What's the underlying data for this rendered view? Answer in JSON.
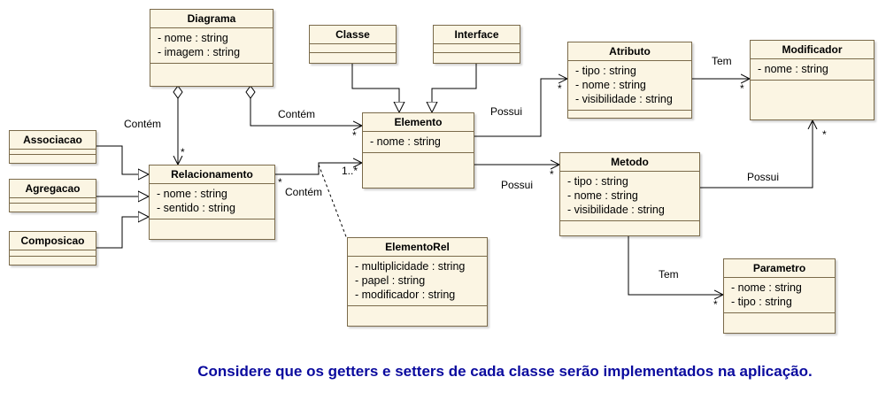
{
  "classes": {
    "diagrama": {
      "name": "Diagrama",
      "attrs": [
        "- nome : string",
        "- imagem : string"
      ]
    },
    "classe": {
      "name": "Classe",
      "attrs": []
    },
    "interface": {
      "name": "Interface",
      "attrs": []
    },
    "atributo": {
      "name": "Atributo",
      "attrs": [
        "- tipo : string",
        "- nome : string",
        "- visibilidade : string"
      ]
    },
    "modificador": {
      "name": "Modificador",
      "attrs": [
        "- nome : string"
      ]
    },
    "associacao": {
      "name": "Associacao",
      "attrs": []
    },
    "agregacao": {
      "name": "Agregacao",
      "attrs": []
    },
    "composicao": {
      "name": "Composicao",
      "attrs": []
    },
    "relacionamento": {
      "name": "Relacionamento",
      "attrs": [
        "- nome : string",
        "- sentido : string"
      ]
    },
    "elemento": {
      "name": "Elemento",
      "attrs": [
        "- nome : string"
      ]
    },
    "metodo": {
      "name": "Metodo",
      "attrs": [
        "- tipo : string",
        "- nome : string",
        "- visibilidade : string"
      ]
    },
    "elementorel": {
      "name": "ElementoRel",
      "attrs": [
        "- multiplicidade : string",
        "- papel : string",
        "- modificador : string"
      ]
    },
    "parametro": {
      "name": "Parametro",
      "attrs": [
        "- nome : string",
        "- tipo : string"
      ]
    }
  },
  "labels": {
    "contem": "Contém",
    "possui": "Possui",
    "tem": "Tem",
    "many": "*",
    "one_many": "1..*"
  },
  "note": "Considere que os getters e setters de cada classe serão implementados na aplicação."
}
